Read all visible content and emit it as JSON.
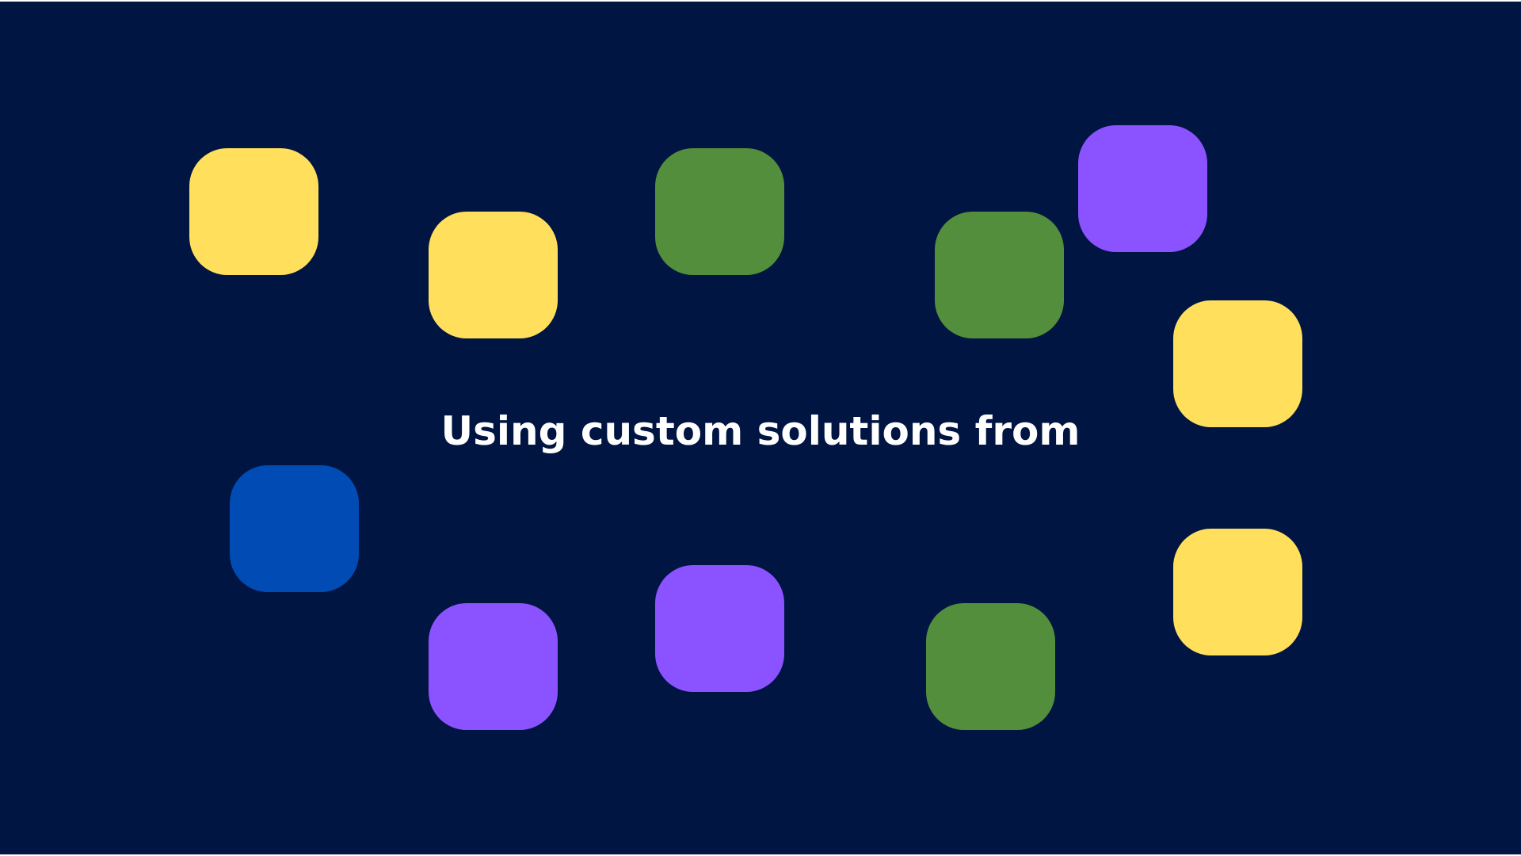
{
  "slide": {
    "caption": "Using custom solutions from",
    "background_color": "#011542",
    "text_color": "#ffffff"
  },
  "tiles": [
    {
      "name": "tile-yellow-1",
      "color": "#FFDF5B"
    },
    {
      "name": "tile-yellow-2",
      "color": "#FFDF5B"
    },
    {
      "name": "tile-green-1",
      "color": "#538E3C"
    },
    {
      "name": "tile-green-2",
      "color": "#538E3C"
    },
    {
      "name": "tile-purple-1",
      "color": "#8B52FF"
    },
    {
      "name": "tile-yellow-3",
      "color": "#FFDF5B"
    },
    {
      "name": "tile-blue-1",
      "color": "#004BB4"
    },
    {
      "name": "tile-purple-2",
      "color": "#8B52FF"
    },
    {
      "name": "tile-purple-3",
      "color": "#8B52FF"
    },
    {
      "name": "tile-green-3",
      "color": "#538E3C"
    },
    {
      "name": "tile-yellow-4",
      "color": "#FFDF5B"
    }
  ]
}
